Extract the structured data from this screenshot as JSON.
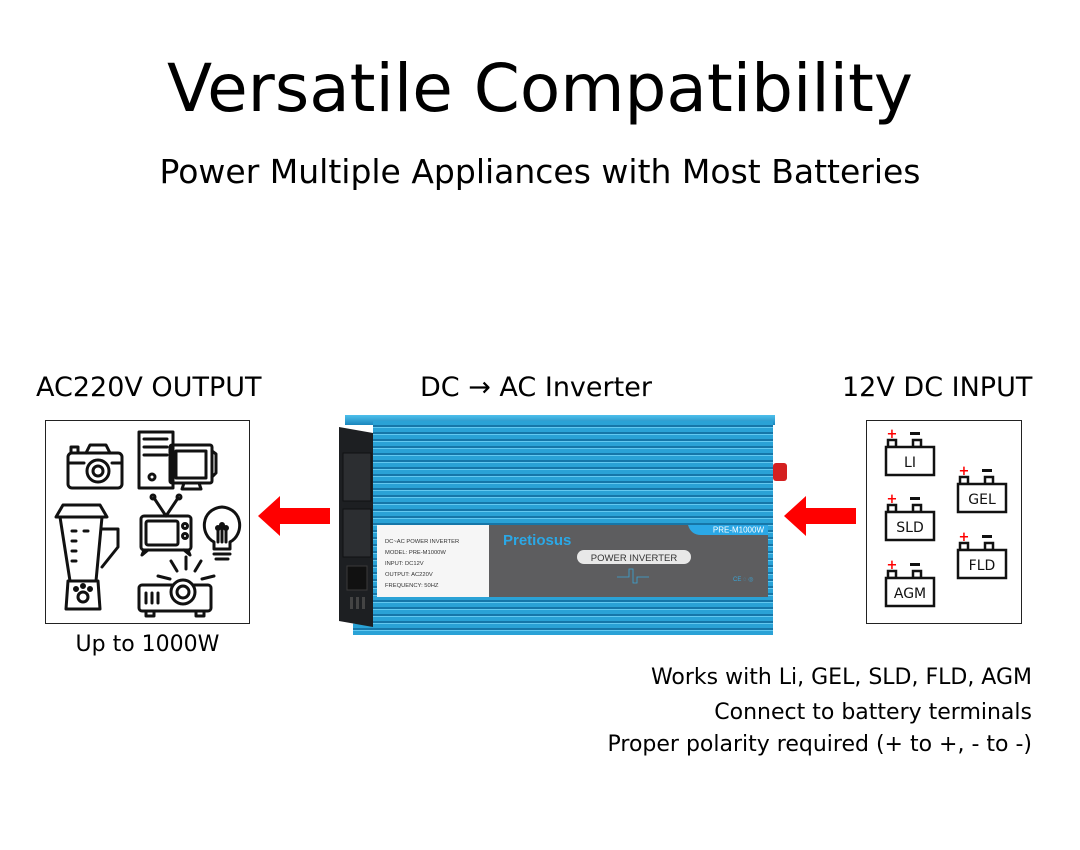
{
  "header": {
    "title": "Versatile Compatibility",
    "subtitle": "Power Multiple Appliances with Most Batteries"
  },
  "output_section": {
    "label": "AC220V OUTPUT",
    "caption": "Up to 1000W",
    "appliance_icons": [
      "camera-icon",
      "desktop-computer-icon",
      "blender-icon",
      "television-icon",
      "light-bulb-icon",
      "projector-icon"
    ]
  },
  "inverter_section": {
    "label": "DC → AC Inverter",
    "brand": "Pretiosus",
    "badge": "POWER INVERTER",
    "model_tag": "PRE-M1000W",
    "spec_label": {
      "line1": "DC~AC POWER INVERTER",
      "line2": "MODEL:  PRE-M1000W",
      "line3": "INPUT:  DC12V",
      "line4": "OUTPUT:  AC220V",
      "line5": "FREQUENCY:  50HZ"
    },
    "colors": {
      "body": "#2a9fd0",
      "panel": "#5d5d5f",
      "accent": "#2ba8e6",
      "terminal": "#d42020"
    }
  },
  "input_section": {
    "label": "12V DC INPUT",
    "batteries": [
      "LI",
      "GEL",
      "SLD",
      "FLD",
      "AGM"
    ],
    "plus_color": "#ff0000",
    "terminal_plus": "+",
    "terminal_minus": "−"
  },
  "arrows": {
    "color": "#ff0000"
  },
  "notes": [
    "Works with Li, GEL, SLD, FLD, AGM",
    "Connect to battery terminals",
    "Proper polarity required (+ to +, - to -)"
  ]
}
